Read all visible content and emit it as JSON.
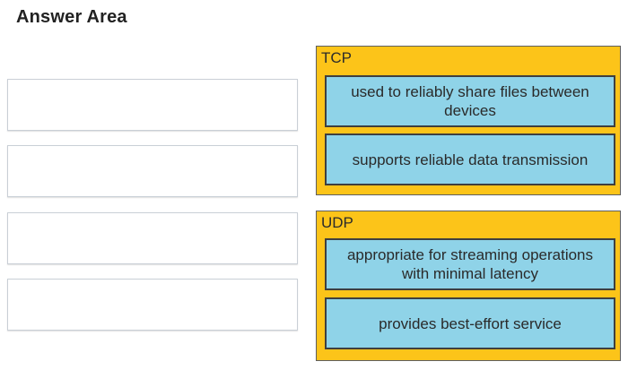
{
  "title": "Answer Area",
  "groups": [
    {
      "label": "TCP",
      "items": [
        "used to reliably share files between devices",
        "supports reliable data transmission"
      ]
    },
    {
      "label": "UDP",
      "items": [
        "appropriate for streaming operations with minimal latency",
        "provides best-effort service"
      ]
    }
  ],
  "colors": {
    "group_background": "#fcc419",
    "item_background": "#8fd3e8"
  }
}
